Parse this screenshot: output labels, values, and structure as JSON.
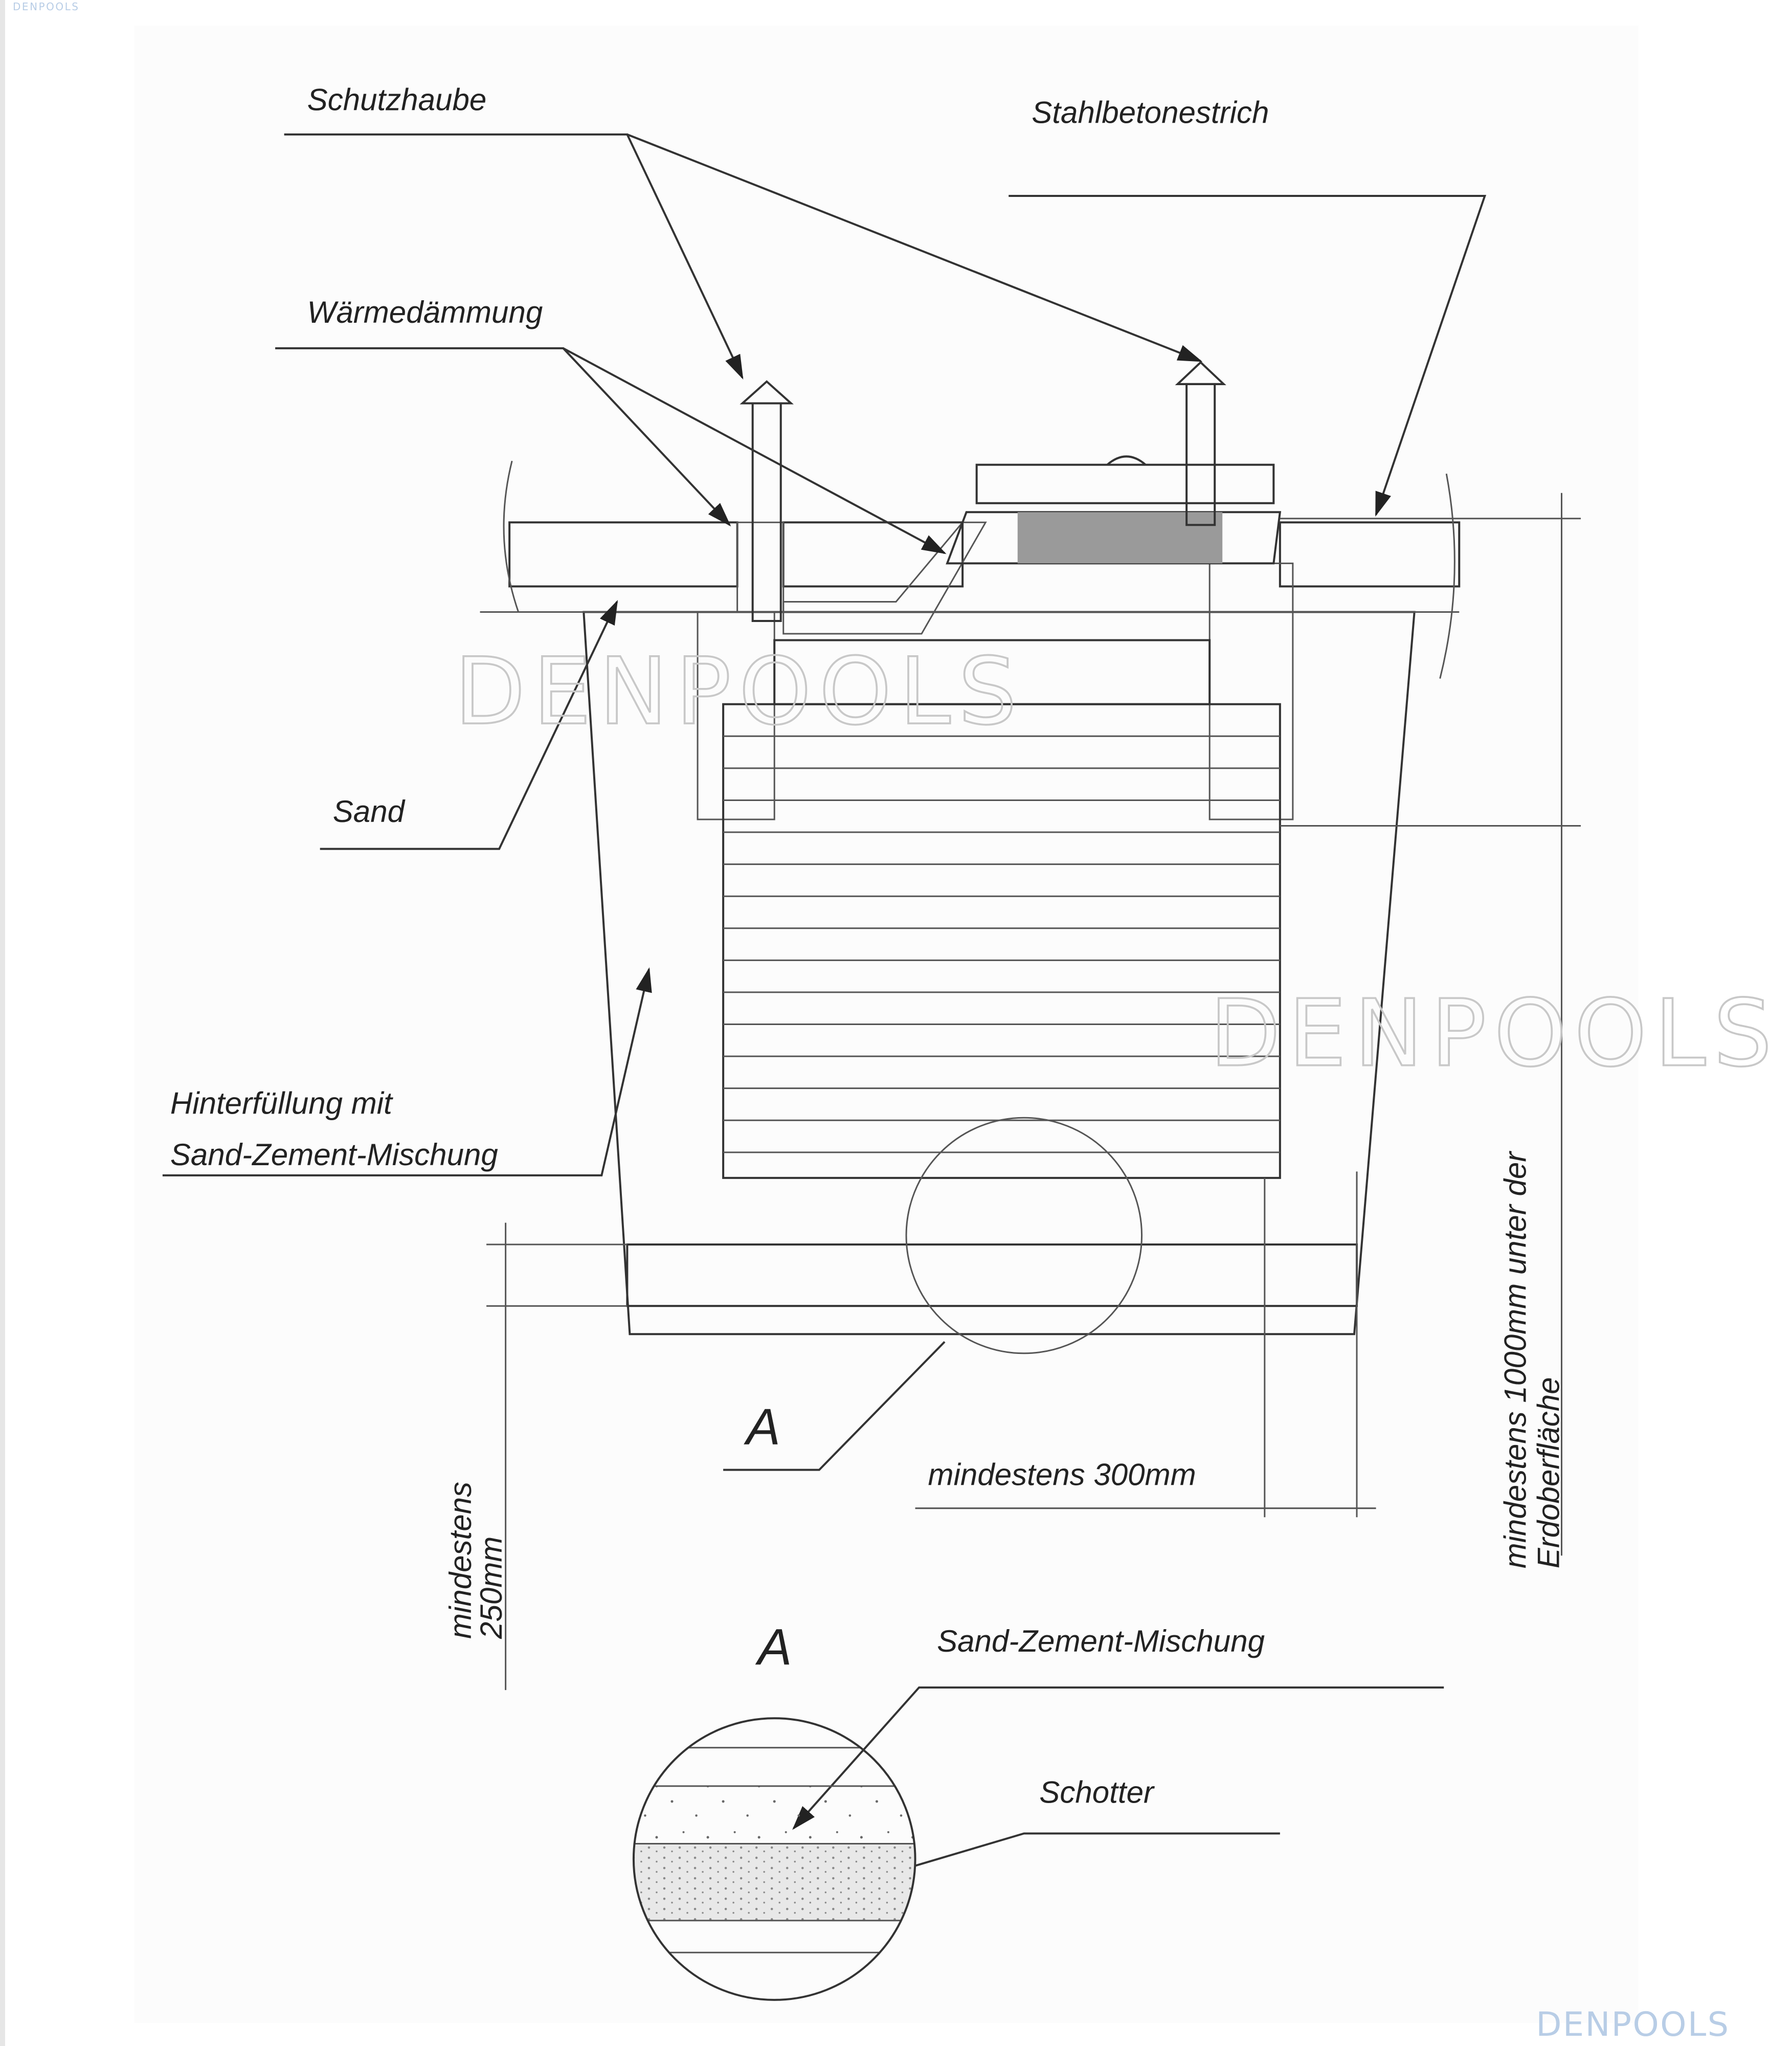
{
  "labels": {
    "protective_cap": "Schutzhaube",
    "reinforced_screed": "Stahlbetonestrich",
    "insulation": "Wärmedämmung",
    "sand": "Sand",
    "backfill_line1": "Hinterfüllung mit",
    "backfill_line2": "Sand-Zement-Mischung",
    "detail_marker": "A",
    "min_300": "mindestens 300mm",
    "min_250_line1": "mindestens",
    "min_250_line2": "250mm",
    "min_1000_line1": "mindestens 1000mm unter der",
    "min_1000_line2": "Erdoberfläche",
    "detail_title": "A",
    "detail_sand_cement": "Sand-Zement-Mischung",
    "detail_gravel": "Schotter"
  },
  "watermark": {
    "brand": "DENPOOLS",
    "color": "#b8cde6"
  },
  "colors": {
    "insulation": "#f3c9a0",
    "lid": "#7a7a7a"
  }
}
